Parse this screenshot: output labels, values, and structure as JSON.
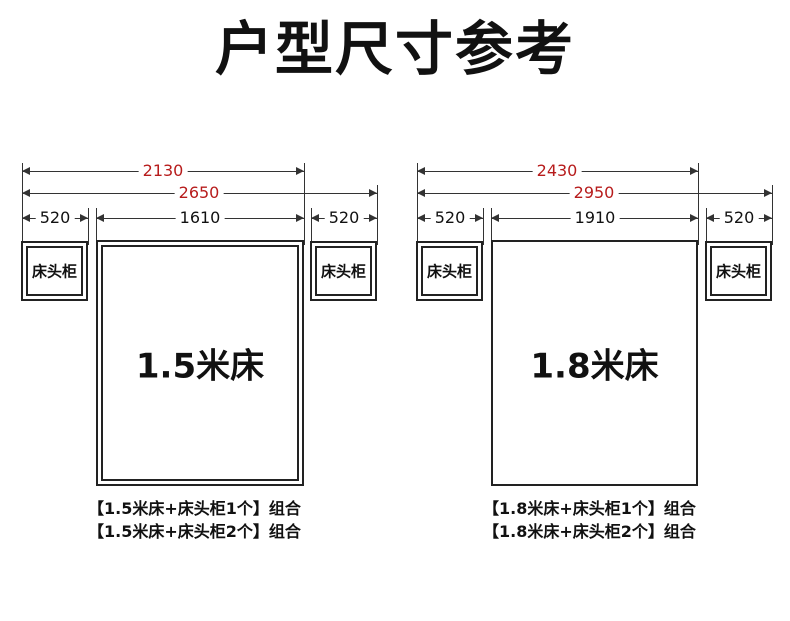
{
  "title": "户型尺寸参考",
  "diagrams": [
    {
      "dims": {
        "inner_total": "2130",
        "outer_total": "2650",
        "left_nightstand": "520",
        "bed_width": "1610",
        "right_nightstand": "520"
      },
      "nightstand_left_label": "床头柜",
      "nightstand_right_label": "床头柜",
      "bed_label": "1.5米床",
      "combos": [
        "【1.5米床+床头柜1个】组合",
        "【1.5米床+床头柜2个】组合"
      ]
    },
    {
      "dims": {
        "inner_total": "2430",
        "outer_total": "2950",
        "left_nightstand": "520",
        "bed_width": "1910",
        "right_nightstand": "520"
      },
      "nightstand_left_label": "床头柜",
      "nightstand_right_label": "床头柜",
      "bed_label": "1.8米床",
      "combos": [
        "【1.8米床+床头柜1个】组合",
        "【1.8米床+床头柜2个】组合"
      ]
    }
  ],
  "colors": {
    "dimension_highlight": "#b71c1c",
    "line": "#222222"
  }
}
